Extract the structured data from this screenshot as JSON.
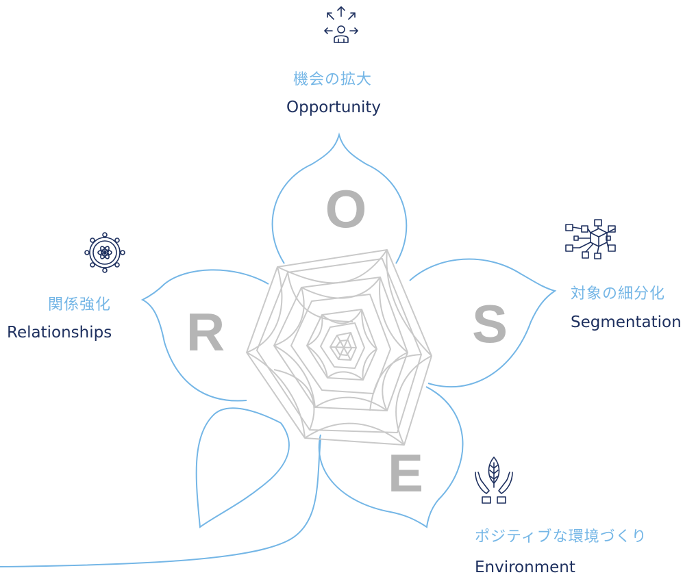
{
  "colors": {
    "petal_stroke": "#74b6e6",
    "rose_stroke": "#c9c9c9",
    "letter_fill": "#b5b5b5",
    "label_jp": "#74b6e6",
    "label_en": "#1d2f5e",
    "icon_stroke": "#1d2f5e"
  },
  "petals": {
    "o": {
      "letter": "O",
      "label_jp": "機会の拡大",
      "label_en": "Opportunity",
      "icon": "people-arrows-icon"
    },
    "s": {
      "letter": "S",
      "label_jp": "対象の細分化",
      "label_en": "Segmentation",
      "icon": "network-cube-icon"
    },
    "e": {
      "letter": "E",
      "label_jp": "ポジティブな環境づくり",
      "label_en": "Environment",
      "icon": "hands-leaf-icon"
    },
    "r": {
      "letter": "R",
      "label_jp": "関係強化",
      "label_en": "Relationships",
      "icon": "atom-network-icon"
    }
  }
}
